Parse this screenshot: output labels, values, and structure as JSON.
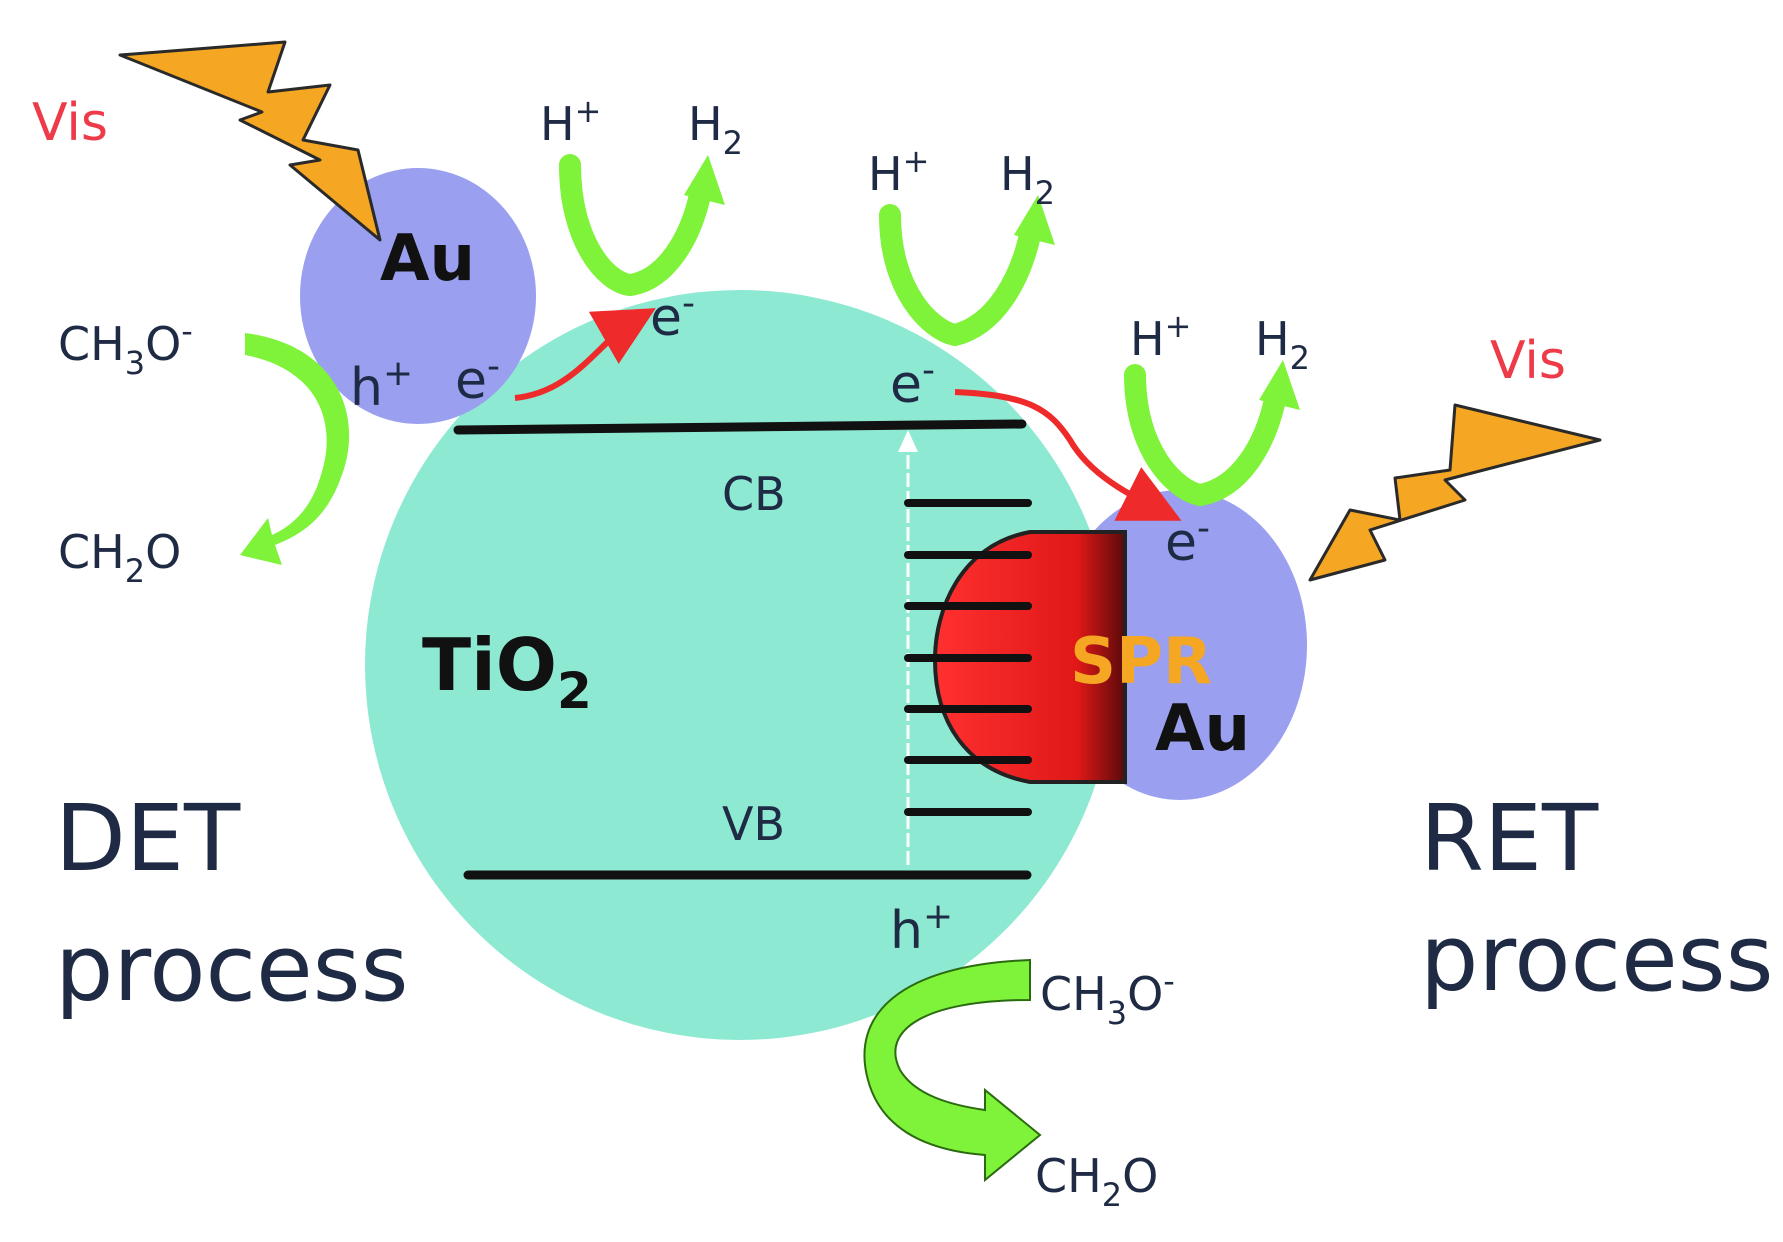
{
  "colors": {
    "tio2": "#8ee9d3",
    "au": "#9a9ff0",
    "spr_region": "#e8202a",
    "spr_text": "#f5a623",
    "lightning": "#f5a623",
    "green_arrow": "#7ff23a",
    "red_arrow": "#ee2a2a",
    "text_dark": "#1f2a44",
    "vis_red": "#ee3b4a"
  },
  "labels": {
    "vis_left": "Vis",
    "vis_right": "Vis",
    "au_left": "Au",
    "au_right": "Au",
    "spr": "SPR",
    "tio2_main": "TiO",
    "tio2_sub": "2",
    "cb": "CB",
    "vb": "VB",
    "det_line1": "DET",
    "det_line2": "process",
    "ret_line1": "RET",
    "ret_line2": "process",
    "electron": "e",
    "electron_sup": "-",
    "hole": "h",
    "hole_sup": "+",
    "h_plus_main": "H",
    "h_plus_sup": "+",
    "h2_main": "H",
    "h2_sub": "2",
    "ch3o_a": "CH",
    "ch3o_sub": "3",
    "ch3o_b": "O",
    "ch3o_sup": "-",
    "ch2o_a": "CH",
    "ch2o_sub": "2",
    "ch2o_b": "O"
  },
  "icons": [
    "lightning-bolt-icon",
    "lightning-bolt-icon",
    "green-curved-arrow-icon",
    "red-electron-transfer-arrow-icon"
  ]
}
